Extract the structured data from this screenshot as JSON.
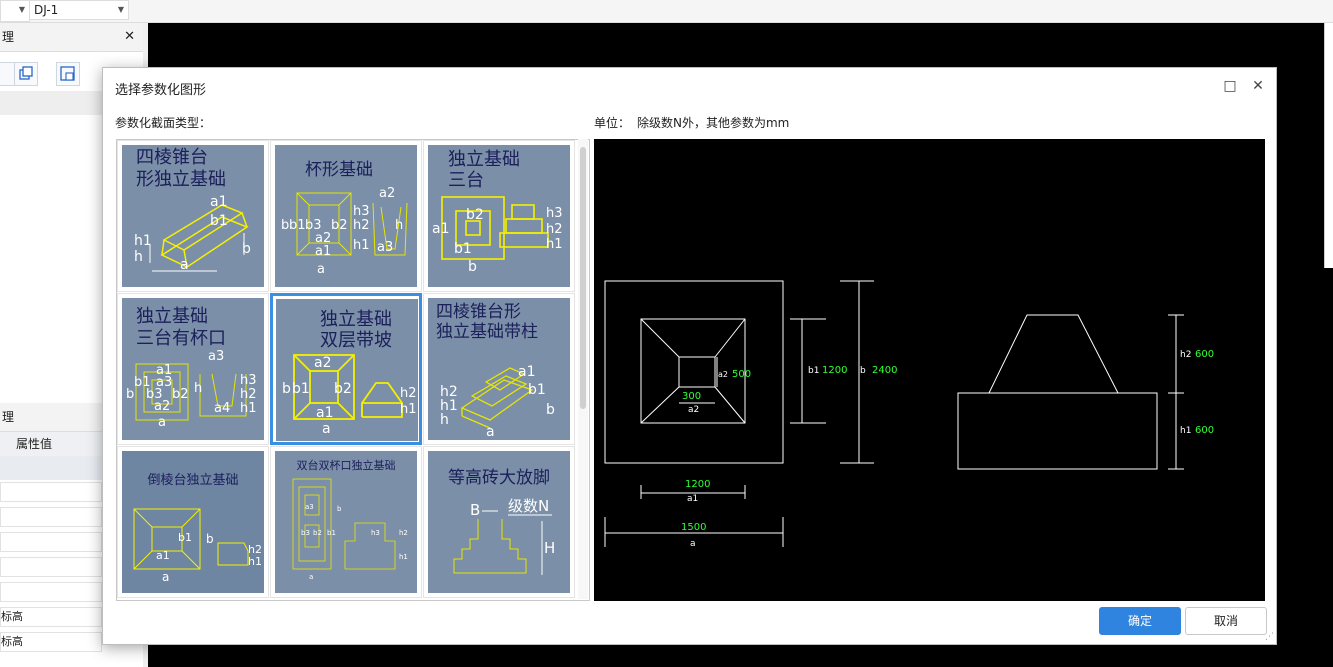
{
  "app": {
    "combo_value": "DJ-1",
    "panel1_title": "理",
    "panel2_title": "理",
    "prop_header": "属性值",
    "prop_rows": [
      "",
      "",
      "",
      "",
      "",
      "标高",
      "标高",
      ""
    ]
  },
  "dialog": {
    "title": "选择参数化图形",
    "section_label": "参数化截面类型：",
    "unit_label": "单位：",
    "unit_text": "除级数N外，其他参数为mm",
    "ok_label": "确定",
    "cancel_label": "取消",
    "maximize_glyph": "□",
    "close_glyph": "✕"
  },
  "gallery": [
    {
      "title": "四棱锥台\n形独立基础",
      "selected": false
    },
    {
      "title": "杯形基础",
      "selected": false
    },
    {
      "title": "独立基础\n三台",
      "selected": false
    },
    {
      "title": "独立基础\n三台有杯口",
      "selected": false
    },
    {
      "title": "独立基础\n双层带坡",
      "selected": true
    },
    {
      "title": "四棱锥台形\n独立基础带柱",
      "selected": false
    },
    {
      "title": "倒棱台独立基础",
      "selected": false
    },
    {
      "title": "双台双杯口独立基础",
      "selected": false
    },
    {
      "title": "等高砖大放脚",
      "selected": false
    }
  ],
  "thumb_labels": {
    "t1": [
      "a1",
      "b1",
      "h1",
      "h",
      "a",
      "b"
    ],
    "t2": [
      "a2",
      "h3",
      "h2",
      "h1",
      "h",
      "a3",
      "b",
      "b1",
      "b3",
      "b2",
      "a2",
      "a1",
      "a"
    ],
    "t3": [
      "b2",
      "b1",
      "a1",
      "b",
      "h3",
      "h2",
      "h1"
    ],
    "t4": [
      "a3",
      "a1",
      "b1",
      "a3",
      "b3",
      "b2",
      "a2",
      "b",
      "h",
      "h3",
      "h2",
      "h1",
      "a4",
      "a"
    ],
    "t5": [
      "a2",
      "b1",
      "b2",
      "b",
      "a1",
      "a",
      "h2",
      "h1"
    ],
    "t6": [
      "a1",
      "b1",
      "h2",
      "h1",
      "h",
      "a",
      "b"
    ],
    "t7": [
      "b1",
      "a1",
      "b",
      "h2",
      "h1",
      "a"
    ],
    "t8": [
      "a3",
      "b3",
      "b2",
      "b1",
      "h3",
      "h2",
      "h1",
      "a",
      "b"
    ],
    "t9": [
      "B",
      "级数N",
      "H"
    ]
  },
  "preview": {
    "dims": {
      "a1": "1200",
      "a1_label": "a1",
      "a": "1500",
      "a_label": "a",
      "a2": "300",
      "a2_label": "a2",
      "b2": "500",
      "b2_label": "a2",
      "b1": "1200",
      "b1_label": "b1",
      "b": "2400",
      "b_label": "b",
      "h2": "600",
      "h2_label": "h2",
      "h1": "600",
      "h1_label": "h1"
    },
    "colors": {
      "line": "#ffffff",
      "value": "#33ff33",
      "bg": "#000000"
    }
  }
}
